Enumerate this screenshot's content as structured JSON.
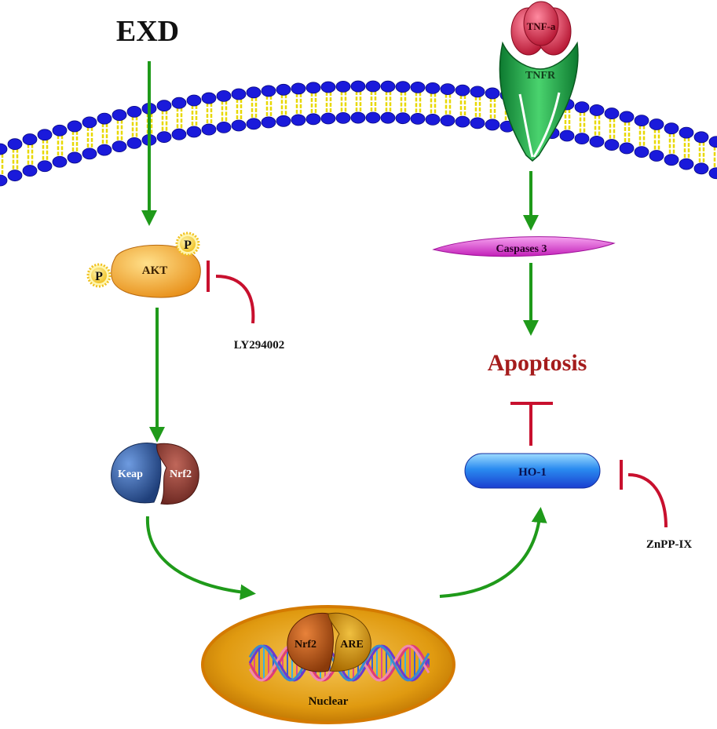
{
  "labels": {
    "stimulus": "EXD",
    "ligand": "TNF-a",
    "receptor": "TNFR",
    "akt": "AKT",
    "phospho": "P",
    "akt_inhibitor": "LY294002",
    "keap": "Keap",
    "nrf2": "Nrf2",
    "nrf2_nuclear": "Nrf2",
    "are": "ARE",
    "nucleus": "Nuclear",
    "caspase": "Caspases 3",
    "apoptosis": "Apoptosis",
    "ho1": "HO-1",
    "ho1_inhibitor": "ZnPP-IX"
  },
  "colors": {
    "arrow_green": "#1f9a1a",
    "inhibit_red": "#c8102e",
    "membrane_head": "#1a1adb",
    "membrane_tail": "#e8d800",
    "apoptosis_text": "#a51c1c",
    "akt_fill": "#f2a93b",
    "keap_fill": "#2f5ea8",
    "nrf2_fill": "#8e3b32",
    "nucleus_fill": "#e29a10",
    "caspase_fill": "#e041d8",
    "ho1_fill": "#2a6fe8",
    "tnf_fill": "#d9254a",
    "tnfr_fill": "#1aa34a"
  }
}
